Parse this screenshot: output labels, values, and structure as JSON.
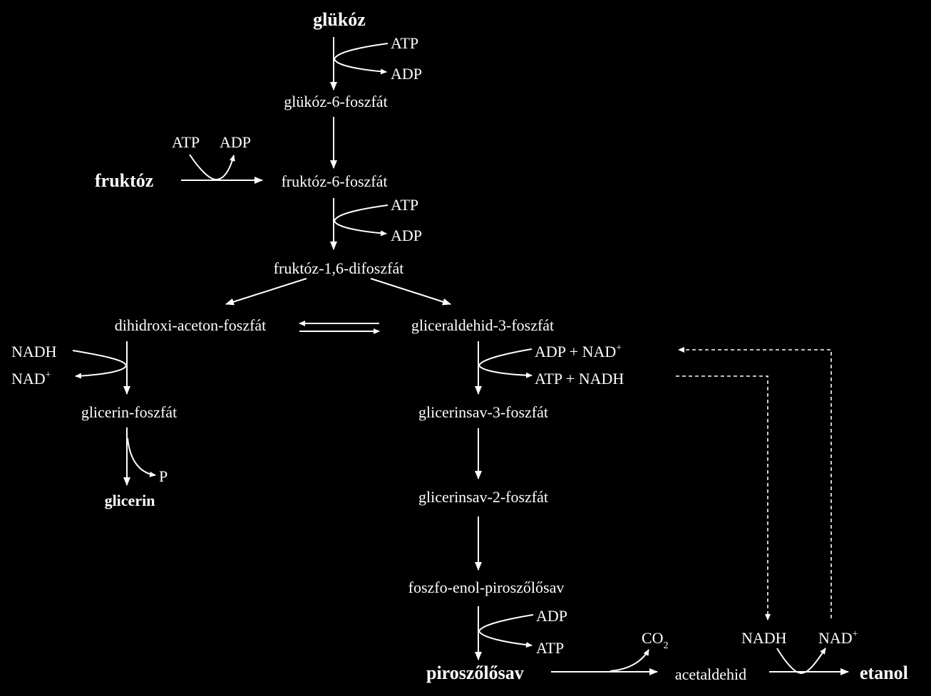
{
  "colors": {
    "background": "#000000",
    "foreground": "#ffffff"
  },
  "nodes": {
    "glukoz": "glükóz",
    "glukoz6p": "glükóz-6-foszfát",
    "fruktoz": "fruktóz",
    "fruktoz6p": "fruktóz-6-foszfát",
    "fruktoz16dp": "fruktóz-1,6-difoszfát",
    "dhap": "dihidroxi-aceton-foszfát",
    "g3p": "gliceraldehid-3-foszfát",
    "glicerinfoszfat": "glicerin-foszfát",
    "glicerin": "glicerin",
    "glicerinsav3p": "glicerinsav-3-foszfát",
    "glicerinsav2p": "glicerinsav-2-foszfát",
    "pep": "foszfo-enol-piroszőlősav",
    "piroszolosav": "piroszőlősav",
    "acetaldehid": "acetaldehid",
    "etanol": "etanol"
  },
  "cofactors": {
    "s1_in": "ATP",
    "s1_out": "ADP",
    "fr_in": "ATP",
    "fr_out": "ADP",
    "s3_in": "ATP",
    "s3_out": "ADP",
    "gl_in": "NADH",
    "gl_out": "NAD",
    "gl_out_sup": "+",
    "p_out": "P",
    "g3p_in": "ADP + NAD",
    "g3p_in_sup": "+",
    "g3p_out": "ATP + NADH",
    "pep_in": "ADP",
    "pep_out": "ATP",
    "co2_main": "CO",
    "co2_sub": "2",
    "et_in": "NADH",
    "et_out": "NAD",
    "et_out_sup": "+"
  }
}
